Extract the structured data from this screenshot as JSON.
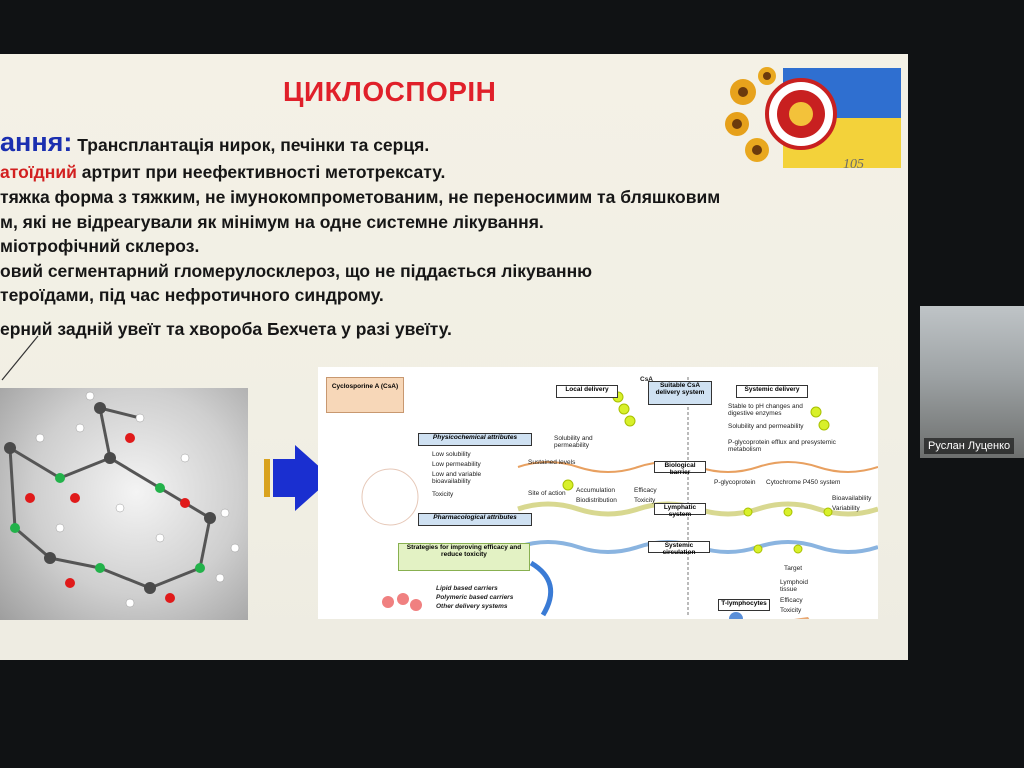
{
  "slide": {
    "title": "ЦИКЛОСПОРІН",
    "heading": "ання:",
    "heading_text": "Трансплантація нирок, печінки та серця.",
    "lines": [
      "атоїдний",
      "артрит при неефективності метотрексату.",
      "тяжка форма з тяжким, не імунокомпрометованим, не переносимим та бляшковим",
      "м, які не відреагували як мінімум на одне системне лікування.",
      "міотрофічний склероз.",
      "овий сегментарний гломерулосклероз, що не піддається лікуванню",
      "тероїдами, під час нефротичного синдрому.",
      "ерний задній увеїт та хвороба Бехчета у разі увеїту."
    ],
    "logo_number": "105"
  },
  "diagram": {
    "cyclosporine_box": "Cyclosporine A (CsA)",
    "physicochemical": "Physicochemical attributes",
    "attributes": [
      "Low solubility",
      "Low permeability",
      "Low and variable bioavailability",
      "Toxicity"
    ],
    "pharmacological": "Pharmacological attributes",
    "strategies": "Strategies for improving efficacy and reduce toxicity",
    "carriers": [
      "Lipid based carriers",
      "Polymeric based carriers",
      "Other delivery systems"
    ],
    "local_delivery": "Local delivery",
    "suitable": "Suitable CsA delivery system",
    "systemic_delivery": "Systemic delivery",
    "biological_barrier": "Biological barrier",
    "lymphatic_system": "Lymphatic system",
    "systemic_circulation": "Systemic circulation",
    "site_of_action": "Site of action",
    "sustained_levels": "Sustained levels",
    "solubility_perm": "Solubility and permeability",
    "accumulation": "Accumulation",
    "biodistribution": "Biodistribution",
    "efficacy": "Efficacy",
    "toxicity": "Toxicity",
    "stable": "Stable to pH changes and digestive enzymes",
    "solubility2": "Solubility and permeability",
    "pgp": "P-glycoprotein efflux and presystemic metabolism",
    "pglycoprotein": "P-glycoprotein",
    "cyp": "Cytochrome P450 system",
    "bioavailability": "Bioavailability",
    "variability": "Variability",
    "target": "Target",
    "lymphoid": "Lymphoid tissue",
    "tlymph": "T-lymphocytes",
    "efficacy2": "Efficacy",
    "toxicity2": "Toxicity",
    "csa": "CsA"
  },
  "participant": {
    "name": "Руслан Луценко"
  },
  "colors": {
    "title": "#e0202a",
    "heading": "#1b2fb0",
    "arrow": "#1a2fd0"
  }
}
